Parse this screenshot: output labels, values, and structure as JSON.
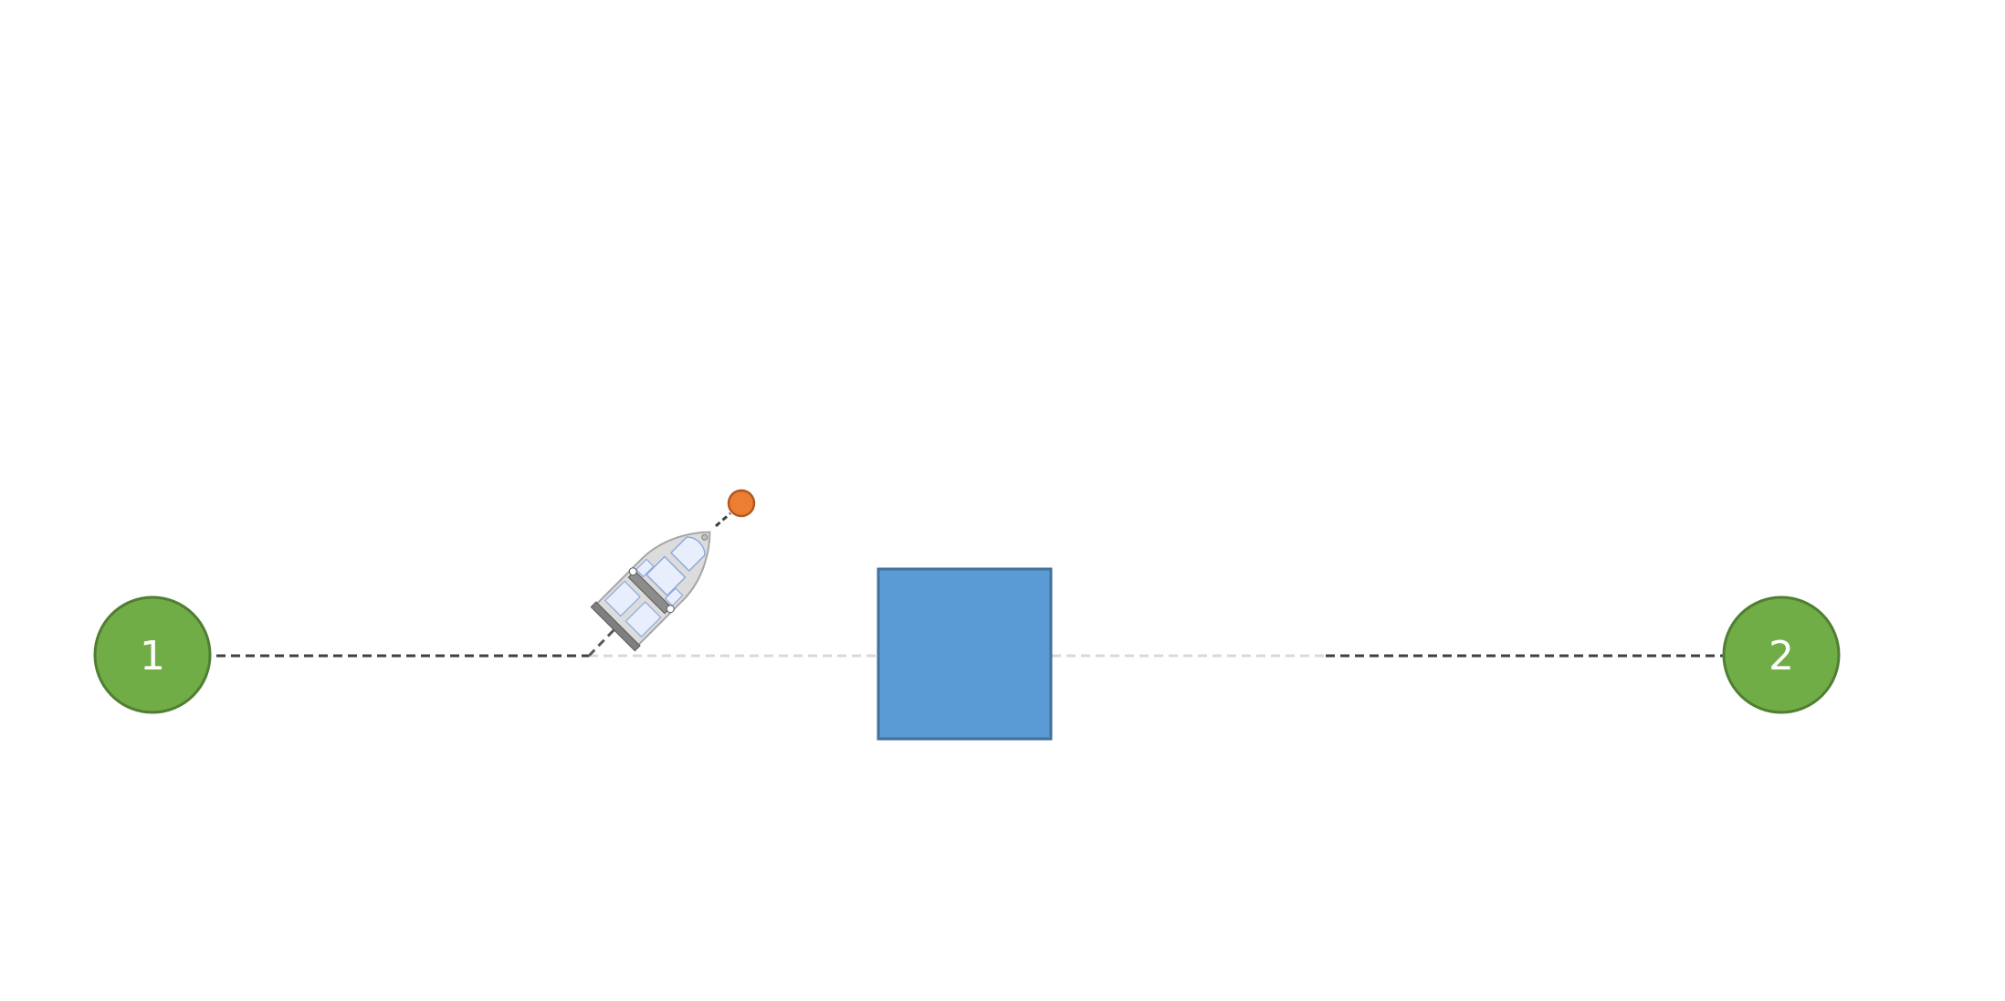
{
  "waypoints": [
    {
      "label": "1"
    },
    {
      "label": "2"
    }
  ],
  "colors": {
    "waypoint_fill": "#70ad47",
    "waypoint_stroke": "#507e32",
    "obstacle_fill": "#5b9bd5",
    "obstacle_stroke": "#41719c",
    "buoy_fill": "#ed7d31",
    "buoy_stroke": "#ae5a21",
    "path_active": "#404040",
    "path_inactive": "#d9d9d9",
    "boat_hull": "#dcdcdc",
    "boat_deck": "#e8eefb"
  },
  "icons": {
    "boat": "boat-icon",
    "buoy": "buoy-icon",
    "obstacle": "obstacle-square"
  }
}
